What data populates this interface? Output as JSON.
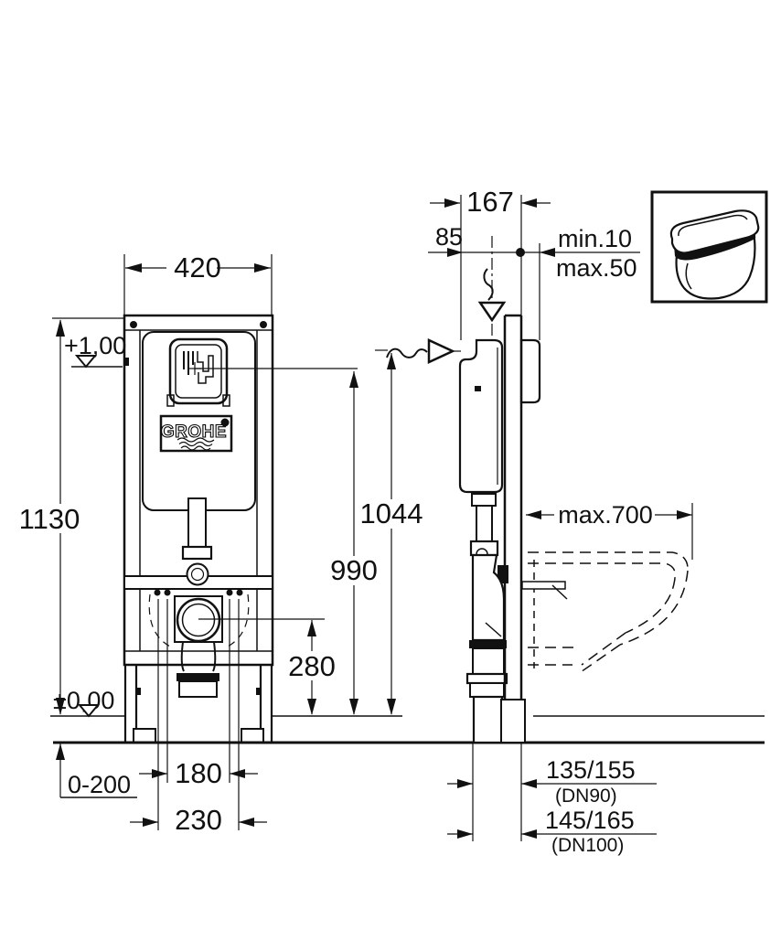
{
  "drawing": {
    "brand": "GROHE",
    "front": {
      "frame_width": "420",
      "frame_height": "1130",
      "level_plus": "+1,00",
      "level_zero": "±0,00",
      "floor_buildup": "0-200",
      "bolt_spacing": "180",
      "anchor_spacing": "230",
      "outlet_height": "280",
      "valve_height": "990",
      "inlet_height": "1044"
    },
    "side": {
      "frame_depth": "167",
      "inlet_offset": "85",
      "wall_min": "min.10",
      "wall_max": "max.50",
      "bowl_depth": "max.700",
      "dn90_value": "135/155",
      "dn90_label": "(DN90)",
      "dn100_value": "145/165",
      "dn100_label": "(DN100)"
    }
  }
}
